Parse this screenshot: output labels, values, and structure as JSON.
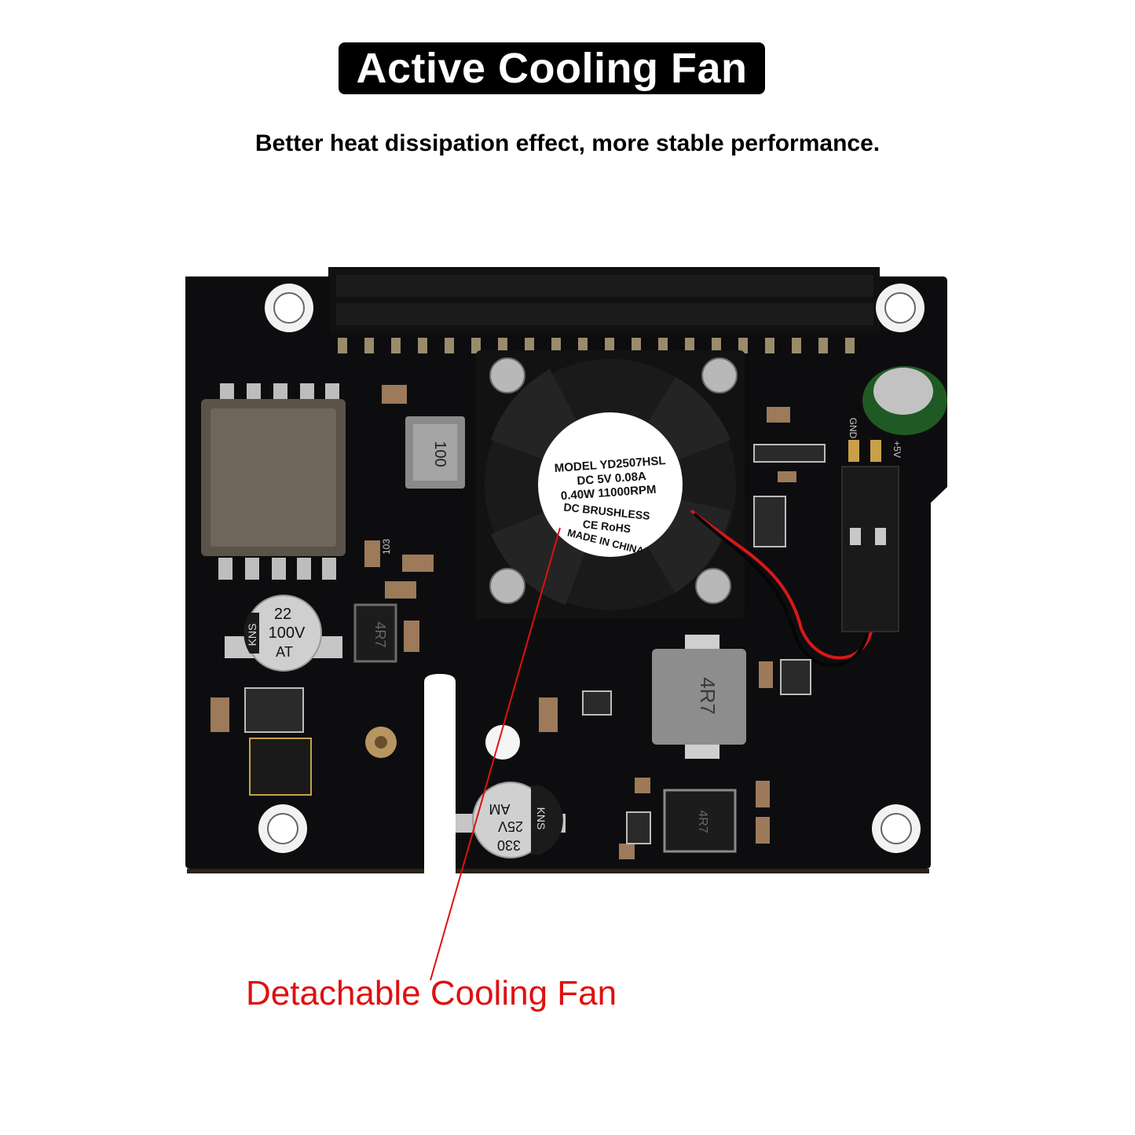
{
  "header": {
    "title": "Active Cooling Fan",
    "subtitle": "Better heat dissipation effect, more stable performance."
  },
  "fan_label": {
    "line1": "MODEL YD2507HSL",
    "line2": "DC 5V  0.08A",
    "line3": "0.40W  11000RPM",
    "line4": "DC  BRUSHLESS",
    "line5": "CE RoHS",
    "line6": "MADE IN CHINA"
  },
  "components": {
    "inductor_small": "100",
    "inductor_large": "4R7",
    "inductor_mid": "4R7",
    "inductor_bottom": "4R7",
    "cap_left_line1": "22",
    "cap_left_line2": "100V",
    "cap_left_brand": "KNS",
    "cap_left_mark": "AT",
    "cap_bottom_line1": "330",
    "cap_bottom_line2": "25V",
    "cap_bottom_brand": "KNS",
    "cap_bottom_mark": "AM",
    "resistor_103": "103",
    "pin_gnd": "GND",
    "pin_5v": "+5V"
  },
  "callout": {
    "text": "Detachable Cooling Fan"
  },
  "colors": {
    "pcb": "#0d0d0f",
    "callout_red": "#e01010",
    "wire_red": "#d81818"
  }
}
